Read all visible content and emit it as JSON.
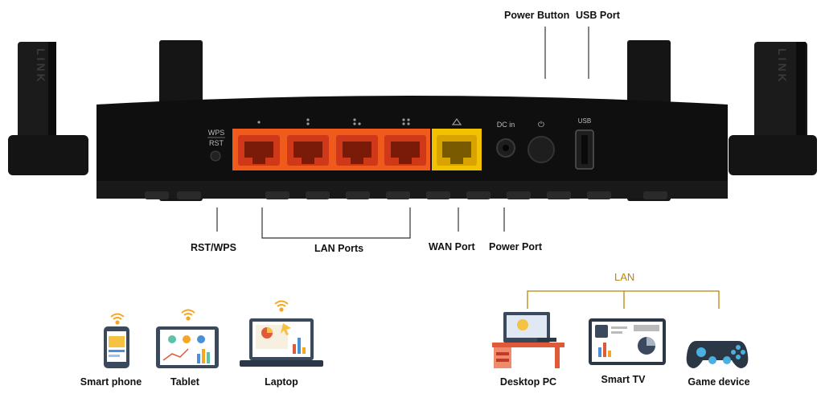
{
  "router": {
    "top_labels": {
      "power_button": "Power Button",
      "usb_port": "USB Port"
    },
    "bottom_labels": {
      "rst_wps": "RST/WPS",
      "lan_ports": "LAN Ports",
      "wan_port": "WAN Port",
      "power_port": "Power Port"
    },
    "panel_text": {
      "wps": "WPS",
      "rst": "RST",
      "dc_in": "DC in",
      "usb": "USB",
      "power_symbol": "⏻"
    },
    "antenna_brand": "LINK",
    "colors": {
      "lan_port": "#f05a1a",
      "wan_port": "#f2c200",
      "body": "#111111"
    }
  },
  "wireless_devices": [
    {
      "name": "Smart phone",
      "icon": "smartphone-icon"
    },
    {
      "name": "Tablet",
      "icon": "tablet-icon"
    },
    {
      "name": "Laptop",
      "icon": "laptop-icon"
    }
  ],
  "lan_group": {
    "title": "LAN",
    "color": "#b8860b",
    "devices": [
      {
        "name": "Desktop PC",
        "icon": "desktop-pc-icon"
      },
      {
        "name": "Smart TV",
        "icon": "smart-tv-icon"
      },
      {
        "name": "Game device",
        "icon": "game-device-icon"
      }
    ]
  }
}
